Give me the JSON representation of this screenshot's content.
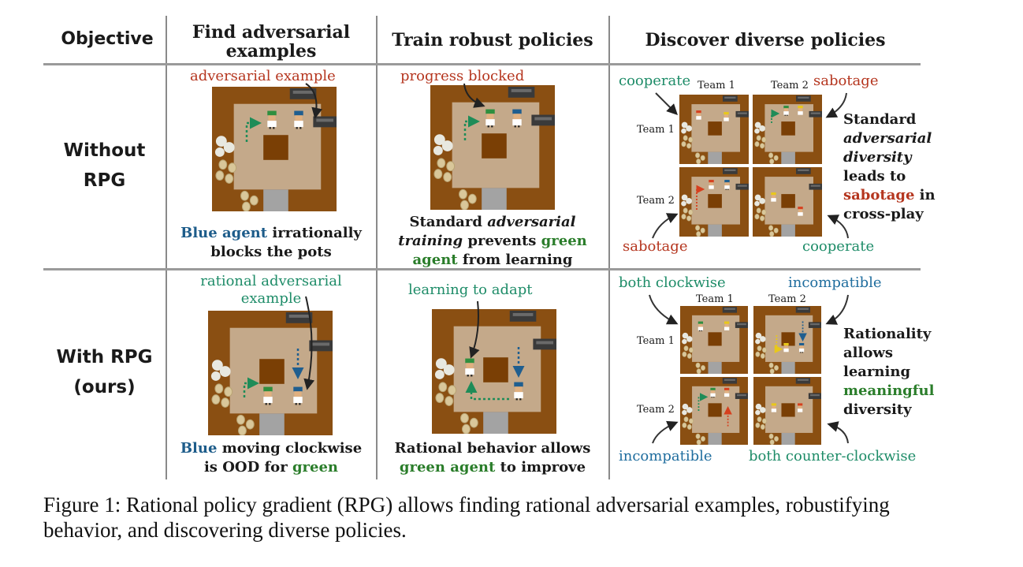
{
  "headers": {
    "objective": "Objective",
    "find": "Find adversarial examples",
    "find_line1": "Find adversarial",
    "find_line2": "examples",
    "train": "Train robust policies",
    "discover": "Discover diverse policies"
  },
  "rows": {
    "without": {
      "line1": "Without",
      "line2": "RPG"
    },
    "with": {
      "line1": "With RPG",
      "line2": "(ours)"
    }
  },
  "cells": {
    "r1c1": {
      "annotation": "adversarial example",
      "caption_blue": "Blue agent",
      "caption_rest1": " irrationally",
      "caption_line2": "blocks the pots"
    },
    "r1c2": {
      "annotation": "progress blocked",
      "caption_line1a": "Standard ",
      "caption_line1b": "adversarial",
      "caption_line2a": "training",
      "caption_line2b": " prevents ",
      "caption_line2c": "green",
      "caption_line3a": "agent",
      "caption_line3b": " from learning"
    },
    "r1c3": {
      "cooperate_top": "cooperate",
      "sabotage_top": "sabotage",
      "sabotage_bottom": "sabotage",
      "cooperate_bottom": "cooperate",
      "team1_top": "Team 1",
      "team2_top": "Team 2",
      "team1_left": "Team 1",
      "team2_left": "Team 2",
      "side_line1": "Standard",
      "side_line2": "adversarial",
      "side_line3": "diversity",
      "side_line4": "leads to",
      "side_line5a": "sabotage",
      "side_line5b": " in",
      "side_line6": "cross-play"
    },
    "r2c1": {
      "annotation_line1": "rational adversarial",
      "annotation_line2": "example",
      "caption_blue": "Blue",
      "caption_rest1": " moving clockwise",
      "caption_line2a": "is OOD for ",
      "caption_line2b": "green"
    },
    "r2c2": {
      "annotation": "learning to adapt",
      "caption_line1": "Rational behavior allows",
      "caption_line2a": "green agent",
      "caption_line2b": " to improve"
    },
    "r2c3": {
      "both_clockwise": "both clockwise",
      "incompatible_top": "incompatible",
      "incompatible_bottom": "incompatible",
      "both_counter": "both counter-clockwise",
      "team1_top": "Team 1",
      "team2_top": "Team 2",
      "team1_left": "Team 1",
      "team2_left": "Team 2",
      "side_line1": "Rationality",
      "side_line2": "allows",
      "side_line3": "learning",
      "side_line4": "meaningful",
      "side_line5": "diversity"
    }
  },
  "figure_caption": {
    "line1": "Figure 1: Rational policy gradient (RPG) allows finding rational adversarial examples, robustifying",
    "line2": "behavior, and discovering diverse policies."
  },
  "colors": {
    "red_text": "#b5361f",
    "teal_text": "#1e8c68",
    "blue_text": "#1f6d9e",
    "green_text": "#2a7d2a",
    "floor_brown": "#8a4f12",
    "counter_tan": "#c4a98a",
    "table_dark": "#7a3f05",
    "grid_line": "#9a9a9a"
  }
}
